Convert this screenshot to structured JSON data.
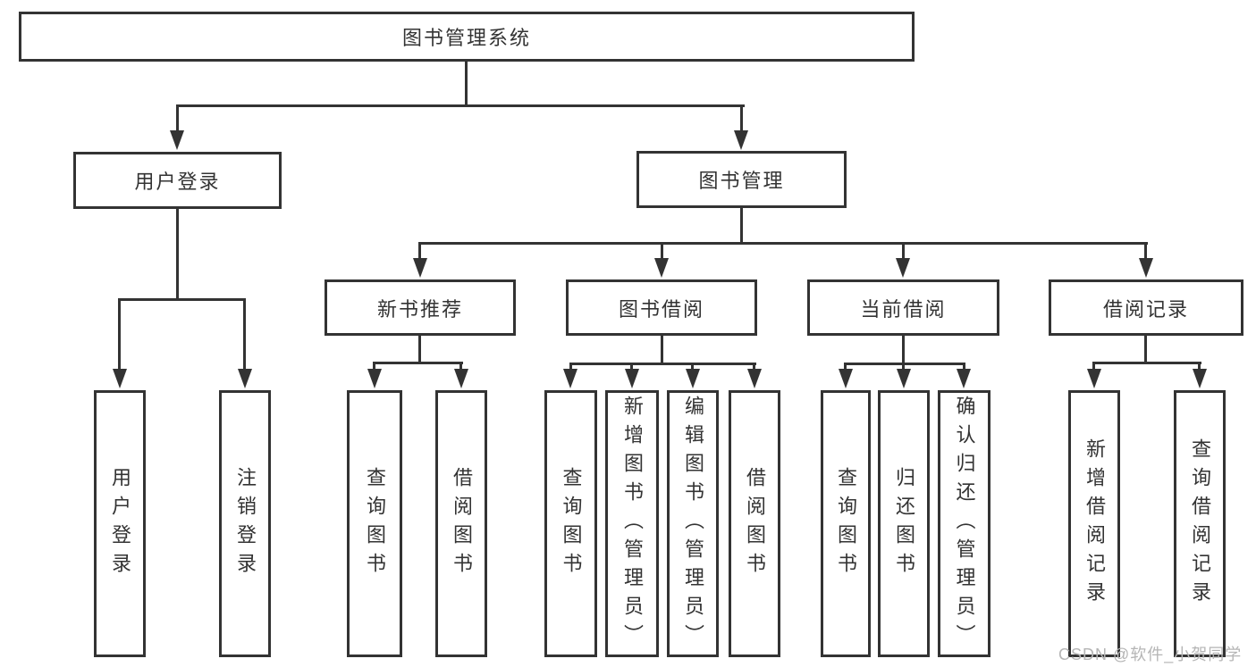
{
  "tree": {
    "label": "图书管理系统",
    "children": [
      {
        "label": "用户登录",
        "children": [
          {
            "label": "用户登录"
          },
          {
            "label": "注销登录"
          }
        ]
      },
      {
        "label": "图书管理",
        "children": [
          {
            "label": "新书推荐",
            "children": [
              {
                "label": "查询图书"
              },
              {
                "label": "借阅图书"
              }
            ]
          },
          {
            "label": "图书借阅",
            "children": [
              {
                "label": "查询图书"
              },
              {
                "label": "新增图书（管理员）"
              },
              {
                "label": "编辑图书（管理员）"
              },
              {
                "label": "借阅图书"
              }
            ]
          },
          {
            "label": "当前借阅",
            "children": [
              {
                "label": "查询图书"
              },
              {
                "label": "归还图书"
              },
              {
                "label": "确认归还（管理员）"
              }
            ]
          },
          {
            "label": "借阅记录",
            "children": [
              {
                "label": "新增借阅记录"
              },
              {
                "label": "查询借阅记录"
              }
            ]
          }
        ]
      }
    ]
  },
  "watermark": {
    "text": "CSDN @软件_小贺同学"
  },
  "colors": {
    "line": "#333333",
    "text": "#333333",
    "background": "#ffffff",
    "watermark": "#b5b5b5"
  }
}
